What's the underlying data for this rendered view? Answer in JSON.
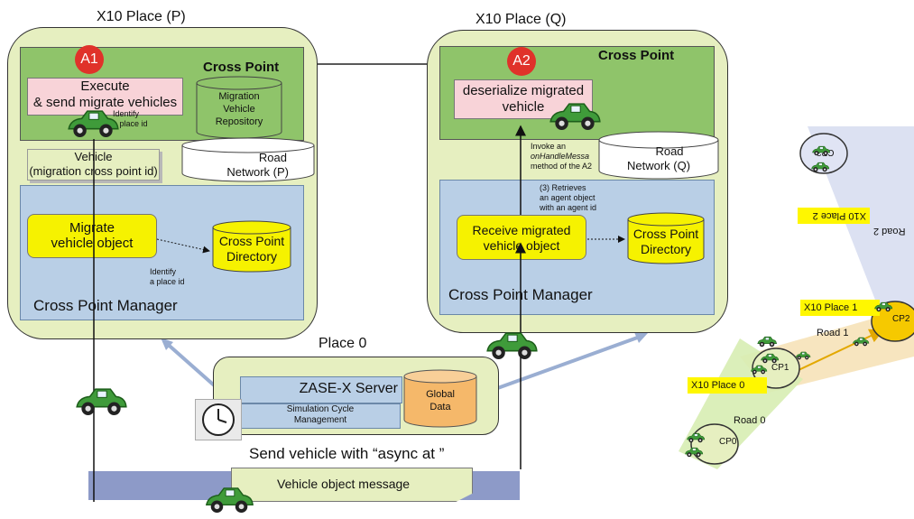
{
  "place_p": {
    "title": "X10 Place (P)",
    "badge": "A1",
    "cross_point": "Cross Point",
    "execute_line1": "Execute",
    "execute_line2": "& send migrate vehicles",
    "repo_line1": "Migration",
    "repo_line2": "Vehicle",
    "repo_line3": "Repository",
    "identify_line1": "Identify",
    "identify_line2": "a place id",
    "vehicle_line1": "Vehicle",
    "vehicle_line2": "(migration cross point id)",
    "road_line1": "Road",
    "road_line2": "Network (P)",
    "migrate_line1": "Migrate",
    "migrate_line2": "vehicle object",
    "directory_line1": "Cross Point",
    "directory_line2": "Directory",
    "identify2_line1": "Identify",
    "identify2_line2": "a place id",
    "manager": "Cross Point Manager"
  },
  "place_q": {
    "title": "X10 Place (Q)",
    "badge": "A2",
    "cross_point": "Cross Point",
    "deser_line1": "deserialize migrated",
    "deser_line2": "vehicle",
    "invoke_line1": "Invoke an",
    "invoke_line2": "onHandleMessa",
    "invoke_line3": "method of the A2",
    "road_line1": "Road",
    "road_line2": "Network (Q)",
    "retrieve_line1": "(3) Retrieves",
    "retrieve_line2": "an agent object",
    "retrieve_line3": "with an agent id",
    "receive_line1": "Receive migrated",
    "receive_line2": "vehicle object",
    "directory_line1": "Cross Point",
    "directory_line2": "Directory",
    "manager": "Cross Point Manager"
  },
  "place0": {
    "title": "Place 0",
    "server": "ZASE-X Server",
    "sim_line1": "Simulation Cycle",
    "sim_line2": "Management",
    "global_line1": "Global",
    "global_line2": "Data"
  },
  "bottom": {
    "send_text": "Send vehicle with “async at ”",
    "message": "Vehicle object message"
  },
  "map": {
    "place2": "X10 Place 2",
    "road2": "Road 2",
    "place1": "X10 Place 1",
    "road1": "Road 1",
    "place0": "X10 Place 0",
    "road0": "Road 0",
    "cp0": "CP0",
    "cp1": "CP1",
    "cp2": "CP2",
    "cp3": "CP3"
  },
  "colors": {
    "place_bg": "#e6efc0",
    "cross_point_green": "#8fc46a",
    "manager_blue": "#b9cfe6",
    "pink_box": "#f8d3d8",
    "yellow_box": "#f6f200",
    "badge_red": "#e0322a",
    "car_green": "#3f9b3a"
  }
}
